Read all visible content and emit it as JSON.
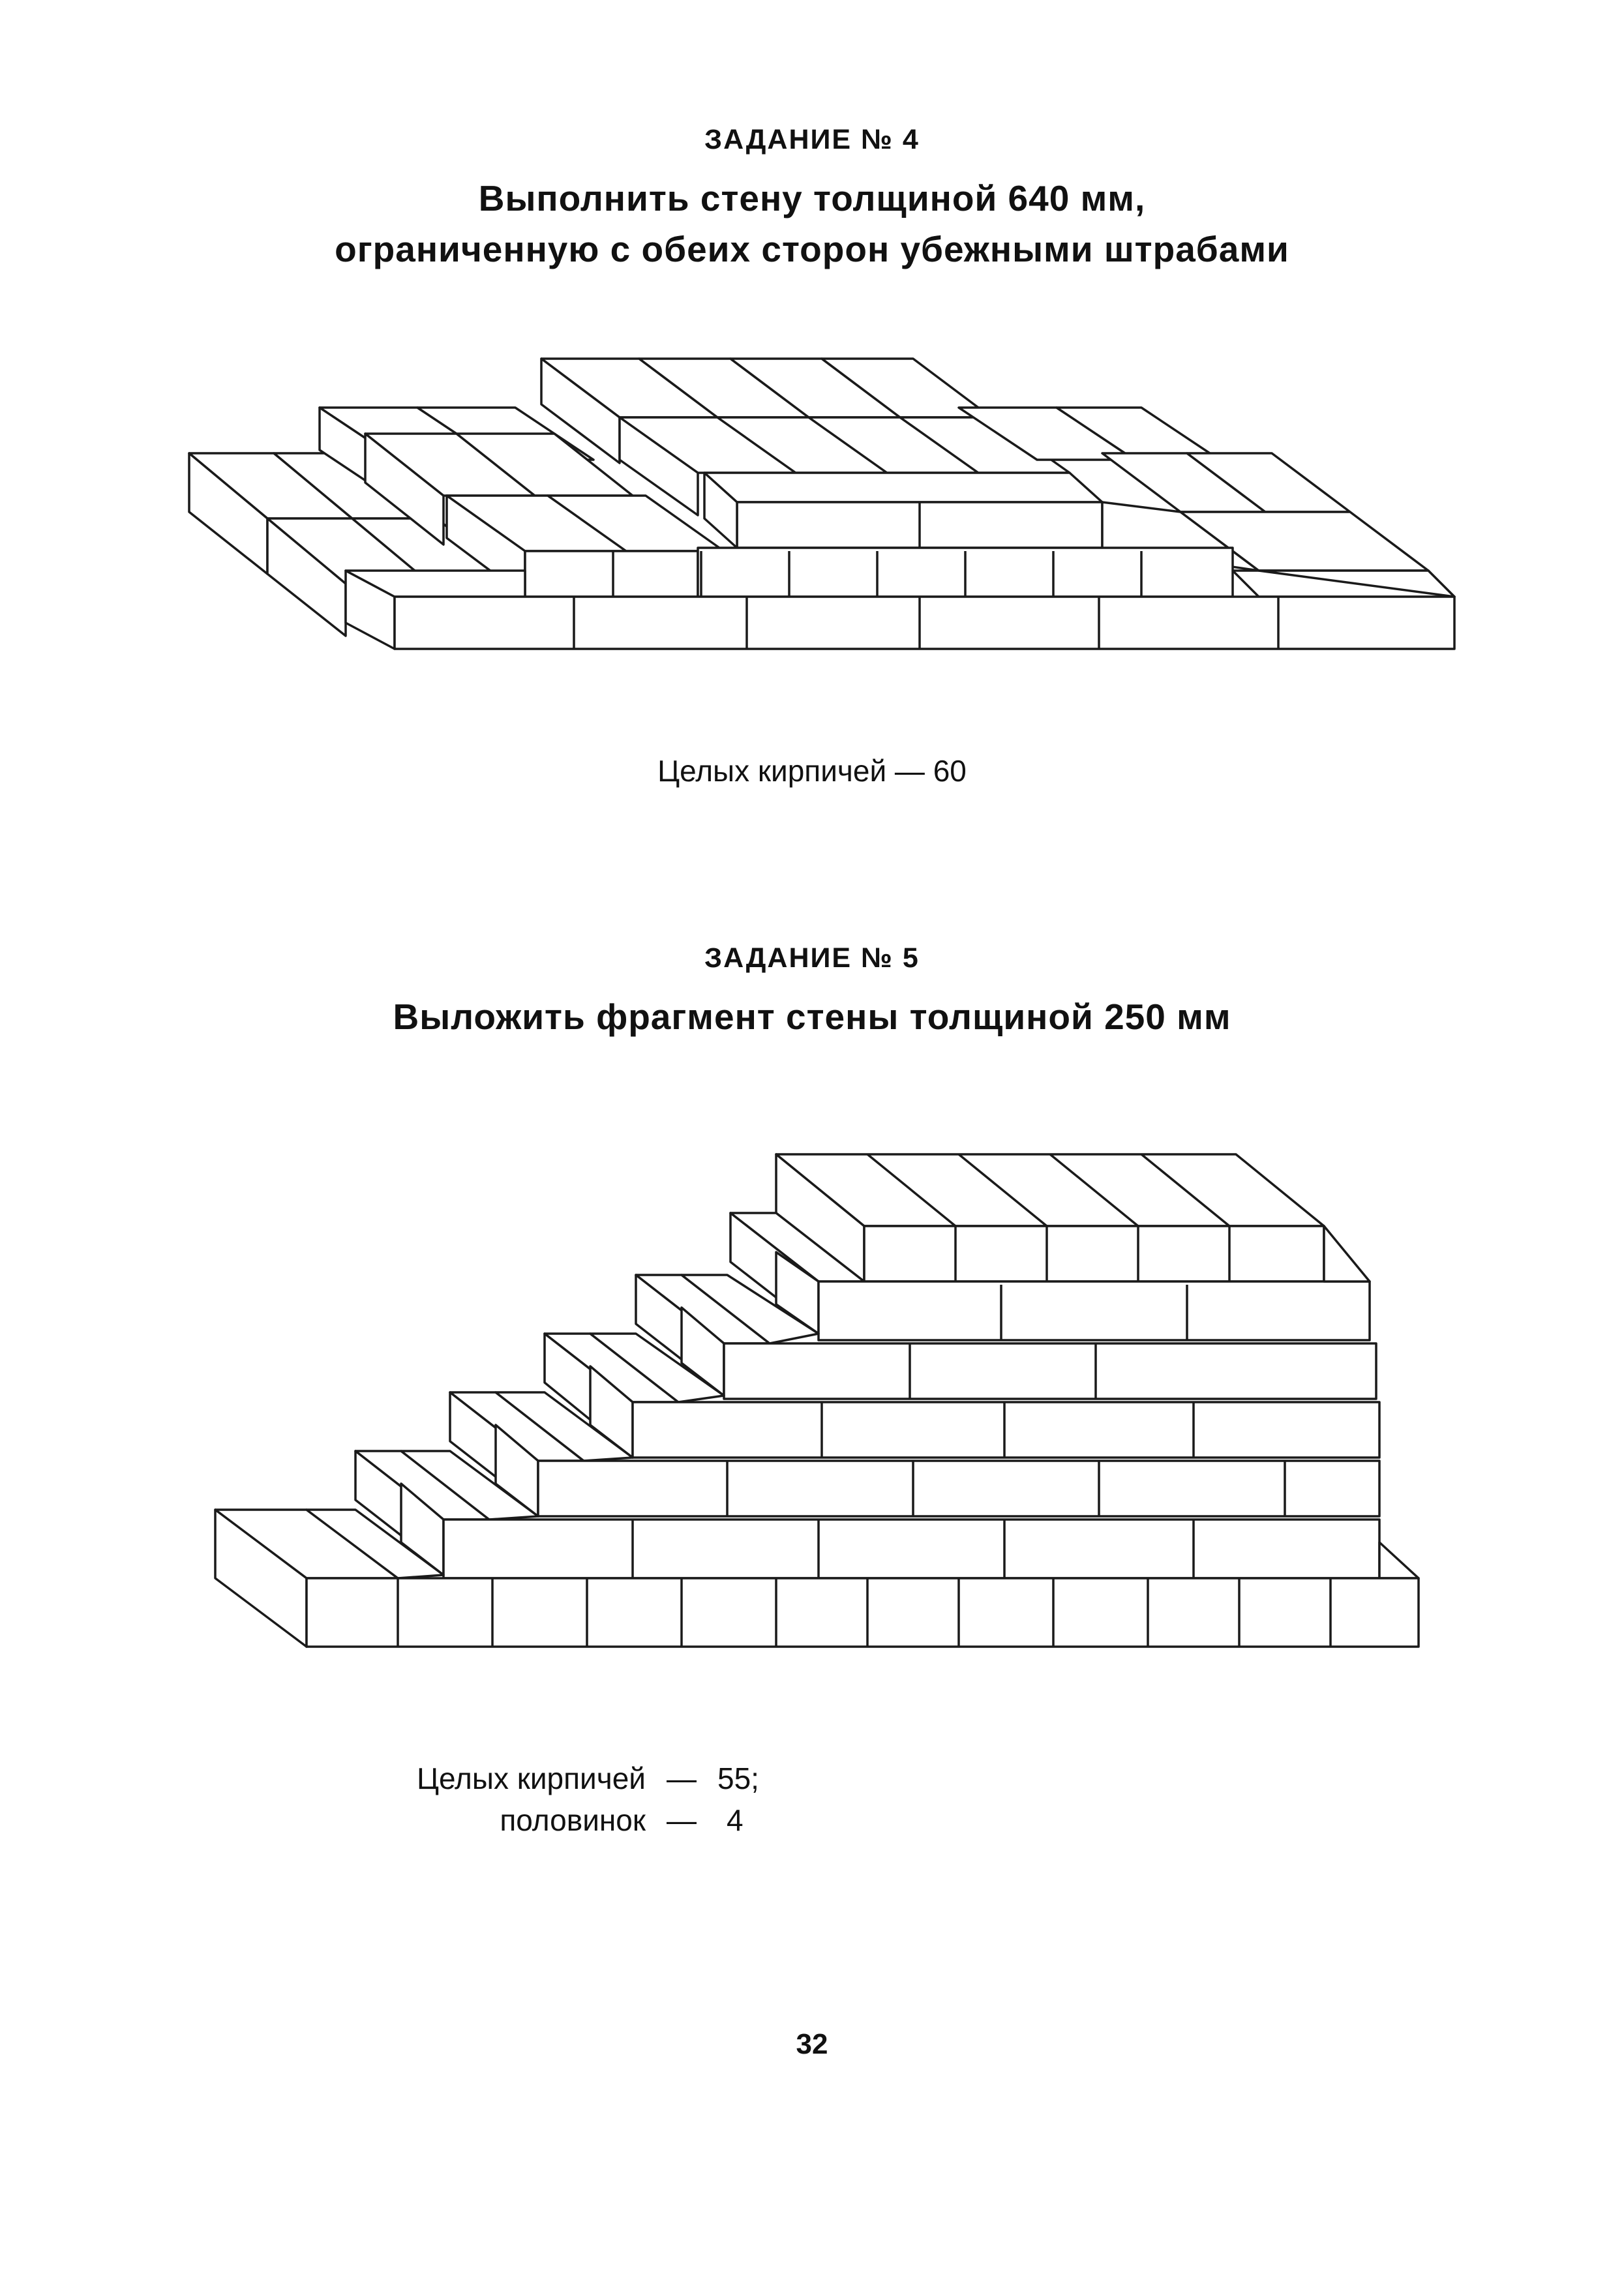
{
  "task4": {
    "label": "ЗАДАНИЕ № 4",
    "title_line1": "Выполнить стену толщиной 640 мм,",
    "title_line2": "ограниченную с обеих сторон убежными штрабами",
    "caption": "Целых кирпичей — 60"
  },
  "task5": {
    "label": "ЗАДАНИЕ № 5",
    "title": "Выложить фрагмент стены толщиной 250 мм",
    "counts": [
      {
        "label": "Целых кирпичей",
        "dash": "—",
        "value": "55;"
      },
      {
        "label": "половинок",
        "dash": "—",
        "value": "4"
      }
    ]
  },
  "page_number": "32"
}
